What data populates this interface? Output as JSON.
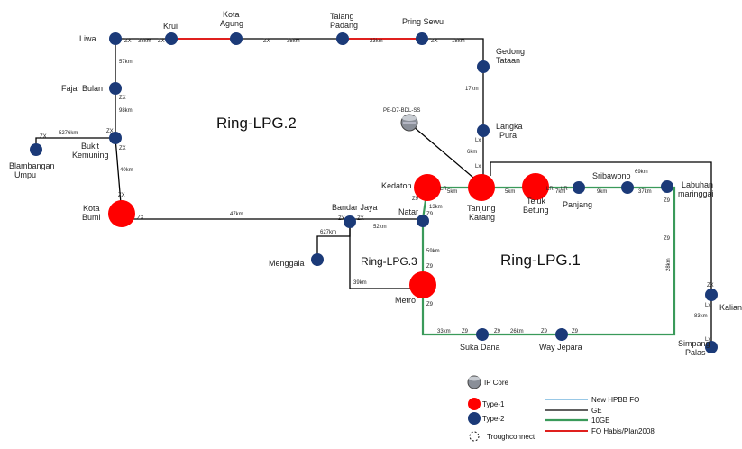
{
  "colors": {
    "type1": "#ff0000",
    "type2": "#1b3a78",
    "ge": "#000000",
    "tenge": "#3a9a5a",
    "fohabis": "#e0201e",
    "hpbb": "#5aa8d8"
  },
  "rings": {
    "lpg2": "Ring-LPG.2",
    "lpg1": "Ring-LPG.1",
    "lpg3": "Ring-LPG.3"
  },
  "ip_core": "PE-D7-BDL-SS",
  "nodes": {
    "liwa": "Liwa",
    "krui": "Krui",
    "kota_agung": "Kota\nAgung",
    "talang_padang": "Talang\nPadang",
    "pring_sewu": "Pring Sewu",
    "gedong_tataan": "Gedong\nTataan",
    "langka_pura": "Langka\nPura",
    "fajar_bulan": "Fajar Bulan",
    "bukit_kemuning": "Bukit\nKemuning",
    "blambangan_umpu": "Blambangan\nUmpu",
    "kota_bumi": "Kota\nBumi",
    "bandar_jaya": "Bandar Jaya",
    "menggala": "Menggala",
    "kedaton": "Kedaton",
    "natar": "Natar",
    "tanjung_karang": "Tanjung\nKarang",
    "teluk_betung": "Teluk\nBetung",
    "panjang": "Panjang",
    "sribawono": "Sribawono",
    "labuhan_maringgai": "Labuhan\nmaringgai",
    "metro": "Metro",
    "suka_dana": "Suka Dana",
    "way_jepara": "Way Jepara",
    "kalianda": "Kalianda",
    "simpang_palas": "Simpang\nPalas"
  },
  "distances": {
    "liwa_krui": "38km",
    "agung_talang": "35km",
    "talang_pring": "23km",
    "pring_gedong": "18km",
    "liwa_fajar": "57km",
    "fajar_bukit": "98km",
    "bukit_blambangan": "5276km",
    "bukit_kotabumi": "40km",
    "gedong_langka": "17km",
    "langka_tk": "6km",
    "kotabumi_bandar": "47km",
    "bandar_menggala": "627km",
    "bandar_natar": "52km",
    "natar_kedaton": "13km",
    "tk_kedaton": "5km",
    "tk_teluk": "5km",
    "teluk_panjang": "7km",
    "panjang_sri": "9km",
    "sri_labuhan": "37km",
    "sri_top": "69km",
    "labuhan_wayjepara": "28km",
    "natar_metro": "59km",
    "bandar_metro": "39km",
    "metro_suka": "33km",
    "suka_way": "26km",
    "kalianda_simpang": "83km"
  },
  "ports": {
    "zx": "ZX",
    "zp": "Z9",
    "lx": "Lx",
    "lr": "LR"
  },
  "legend": {
    "ip_core": "IP Core",
    "type1": "Type-1",
    "type2": "Type-2",
    "trough": "Troughconnect",
    "hpbb": "New HPBB FO",
    "ge": "GE",
    "tenge": "10GE",
    "fohabis": "FO Habis/Plan2008"
  }
}
